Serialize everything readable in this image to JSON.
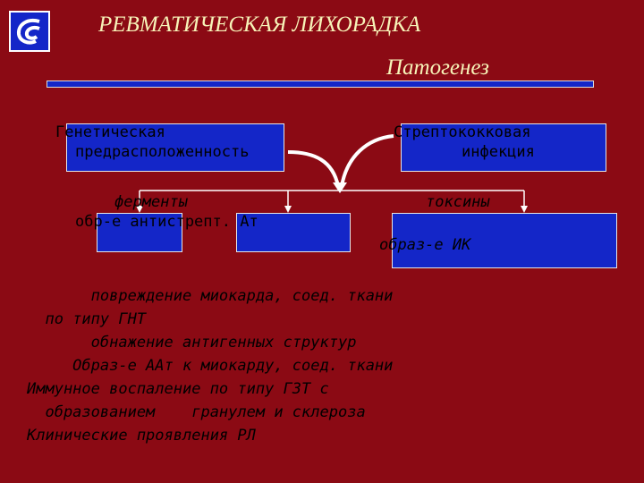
{
  "header": {
    "title": "РЕВМАТИЧЕСКАЯ ЛИХОРАДКА",
    "subtitle": "Патогенез"
  },
  "diagram": {
    "genetic_line1": "Генетическая",
    "genetic_line2": "предрасположенность",
    "strep_line1": "Стрептококковая",
    "strep_line2": "инфекция",
    "enzymes": "ферменты",
    "toxins": "токсины",
    "antibodies": "обр-е антистрепт. Ат",
    "immune_complex": "образ-е ИК"
  },
  "body_lines": [
    "       повреждение миокарда, соед. ткани",
    "  по типу ГНТ",
    "       обнажение антигенных структур",
    "     Образ-е ААт к миокарду, соед. ткани",
    "Иммунное воспаление по типу ГЗТ с",
    "  образованием    гранулем и склероза",
    "Клинические проявления РЛ"
  ],
  "colors": {
    "background": "#8b0a14",
    "box": "#1426c8",
    "title": "#f7f3b8"
  }
}
